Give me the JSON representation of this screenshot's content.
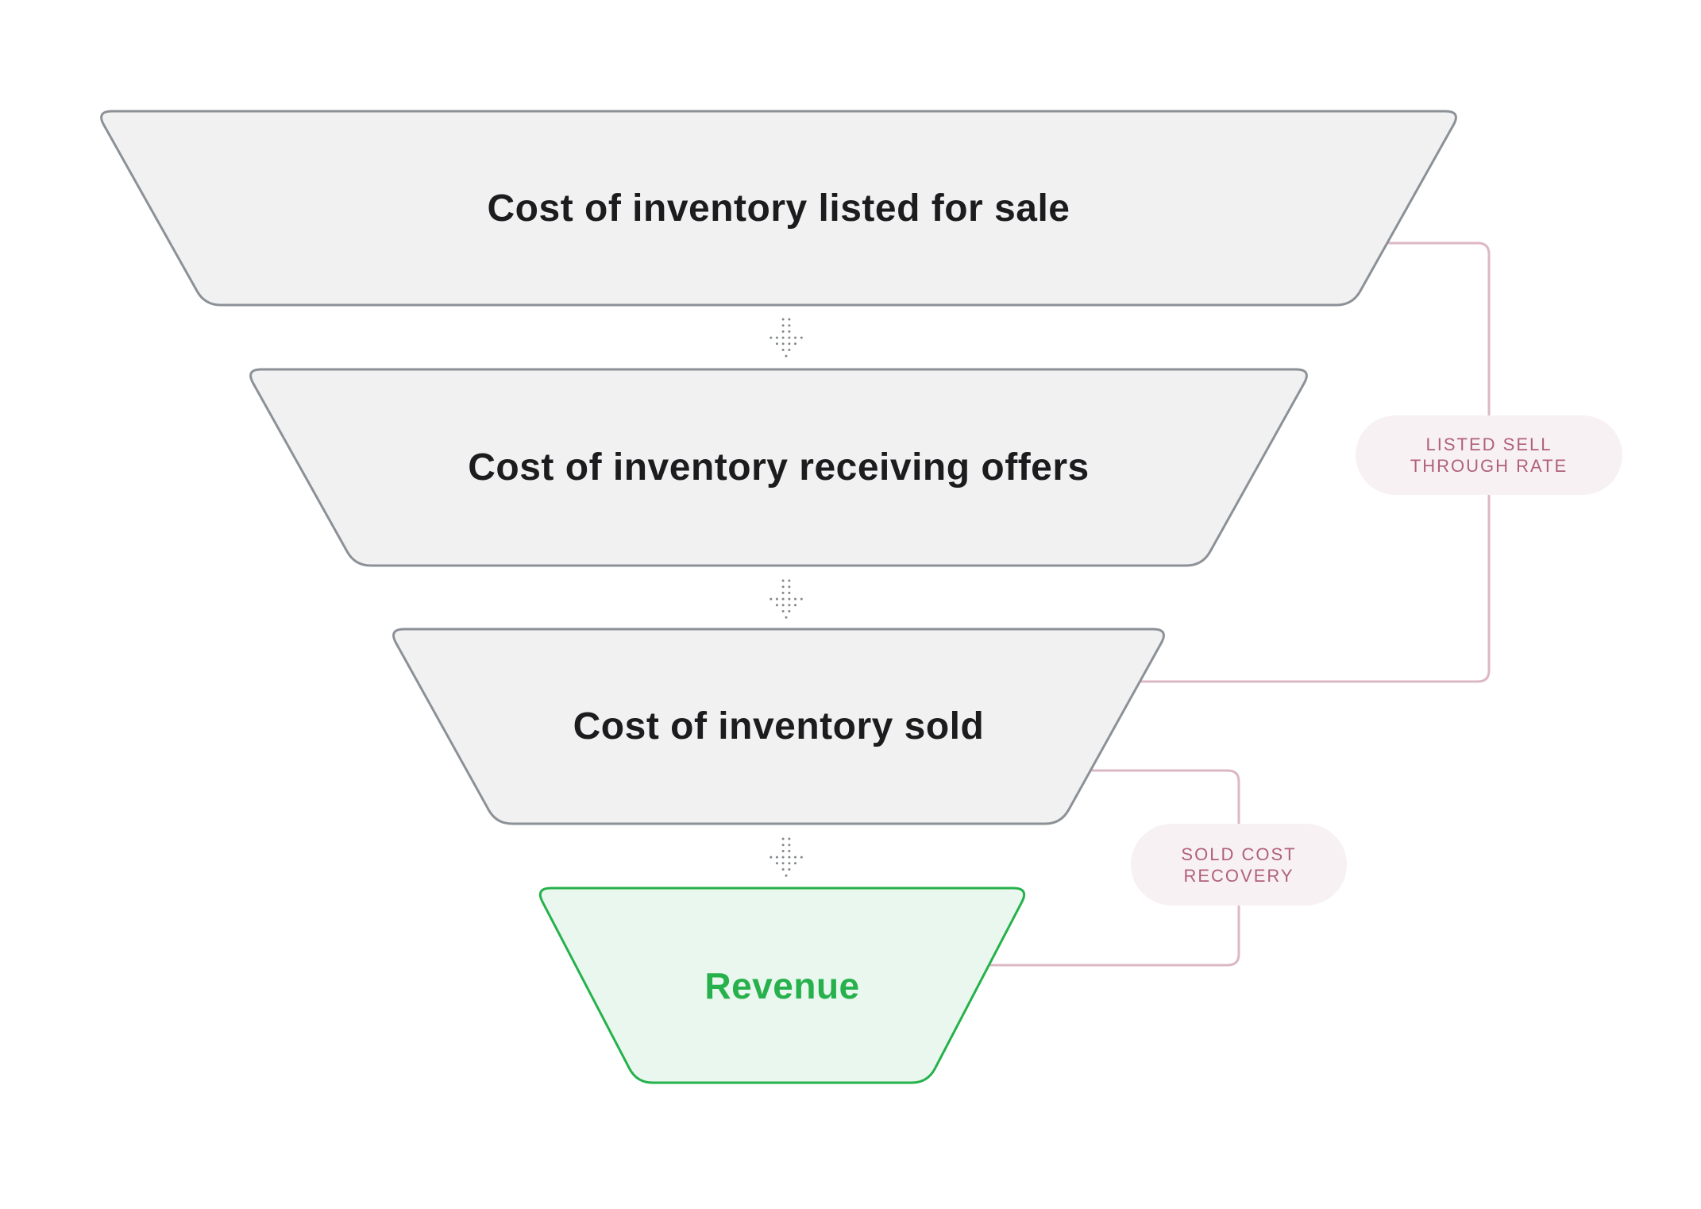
{
  "funnel": {
    "stages": [
      {
        "label": "Cost of inventory listed for sale",
        "highlight": false
      },
      {
        "label": "Cost of inventory receiving offers",
        "highlight": false
      },
      {
        "label": "Cost of inventory sold",
        "highlight": false
      },
      {
        "label": "Revenue",
        "highlight": true
      }
    ]
  },
  "annotations": [
    {
      "lines": [
        "LISTED SELL",
        "THROUGH RATE"
      ]
    },
    {
      "lines": [
        "SOLD COST",
        "RECOVERY"
      ]
    }
  ],
  "colors": {
    "trapezoid_fill": "#f1f1f2",
    "trapezoid_border": "#8b9197",
    "highlight_fill": "#e9f7ee",
    "highlight_border": "#25b14b",
    "highlight_text": "#27b14c",
    "label_text": "#1c1c1e",
    "connector": "#dcb8c4",
    "pill_bg": "#f8f1f4",
    "pill_text": "#b0607c",
    "arrow_dots": "#84888c"
  }
}
